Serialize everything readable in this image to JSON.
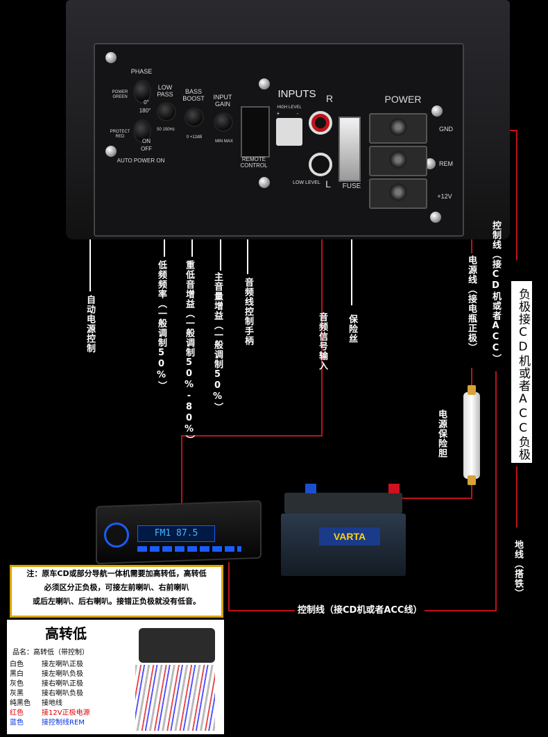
{
  "amplifier": {
    "phase": "PHASE",
    "phase_0": "0°",
    "phase_180": "180°",
    "power_green": "POWER GREEN",
    "protect_red": "PROTECT RED",
    "on": "ON",
    "off": "OFF",
    "auto_power_on": "AUTO POWER ON",
    "low_pass": "LOW PASS",
    "low_pass_range": "50  150Hz",
    "bass_boost": "BASS BOOST",
    "bass_boost_range": "0  +12dB",
    "input_gain": "INPUT GAIN",
    "input_gain_range": "MIN  MAX",
    "remote_control": "REMOTE CONTROL",
    "inputs": "INPUTS",
    "inputs_r": "R",
    "inputs_l": "L",
    "high_level": "HIGH LEVEL",
    "high_plus": "+",
    "high_minus": "-",
    "low_level": "LOW LEVEL",
    "fuse": "FUSE",
    "power": "POWER",
    "gnd": "GND",
    "rem": "REM",
    "plus12v": "+12V"
  },
  "labels": {
    "auto_power": "自动电源控制",
    "low_freq": "低频频率（一般调制50%）",
    "bass_gain": "重低音增益（一般调制50%-80%）",
    "main_gain": "主音量增益（一般调制50%）",
    "remote_handle": "音频线控制手柄",
    "audio_input": "音频信号输入",
    "fuse": "保险丝",
    "power_line": "电源线（接电瓶正极）",
    "control_line": "控制线（接CD机或者ACC）",
    "negative": "负极接CD机或者ACC负极",
    "power_fuse_holder": "电源保险胆",
    "ground": "地线（搭铁）",
    "bottom_control": "控制线（接CD机或者ACC线）"
  },
  "headunit": {
    "display": "FM1 87.5"
  },
  "battery": {
    "brand": "VARTA"
  },
  "note": {
    "line1": "注：原车CD或部分导航一体机需要加高转低，高转低",
    "line2": "必须区分正负极，可接左前喇叭、右前喇叭",
    "line3": "或后左喇叭、后右喇叭。接错正负极就没有低音。"
  },
  "legend": {
    "title": "高转低",
    "product": "品名：高转低（带控制）",
    "rows": [
      {
        "color": "白色",
        "desc": "接左喇叭正极",
        "hex": "#000000"
      },
      {
        "color": "黑白",
        "desc": "接左喇叭负极",
        "hex": "#000000"
      },
      {
        "color": "灰色",
        "desc": "接右喇叭正极",
        "hex": "#000000"
      },
      {
        "color": "灰黑",
        "desc": "接右喇叭负极",
        "hex": "#000000"
      },
      {
        "color": "纯黑色",
        "desc": "接地线",
        "hex": "#000000"
      },
      {
        "color": "红色",
        "desc": "接12V正极电源",
        "hex": "#e00000"
      },
      {
        "color": "蓝色",
        "desc": "接控制线REM",
        "hex": "#0030e0"
      }
    ]
  },
  "colors": {
    "wire_red": "#c0121a",
    "wire_white": "#ffffff",
    "note_border": "#d8a400"
  }
}
